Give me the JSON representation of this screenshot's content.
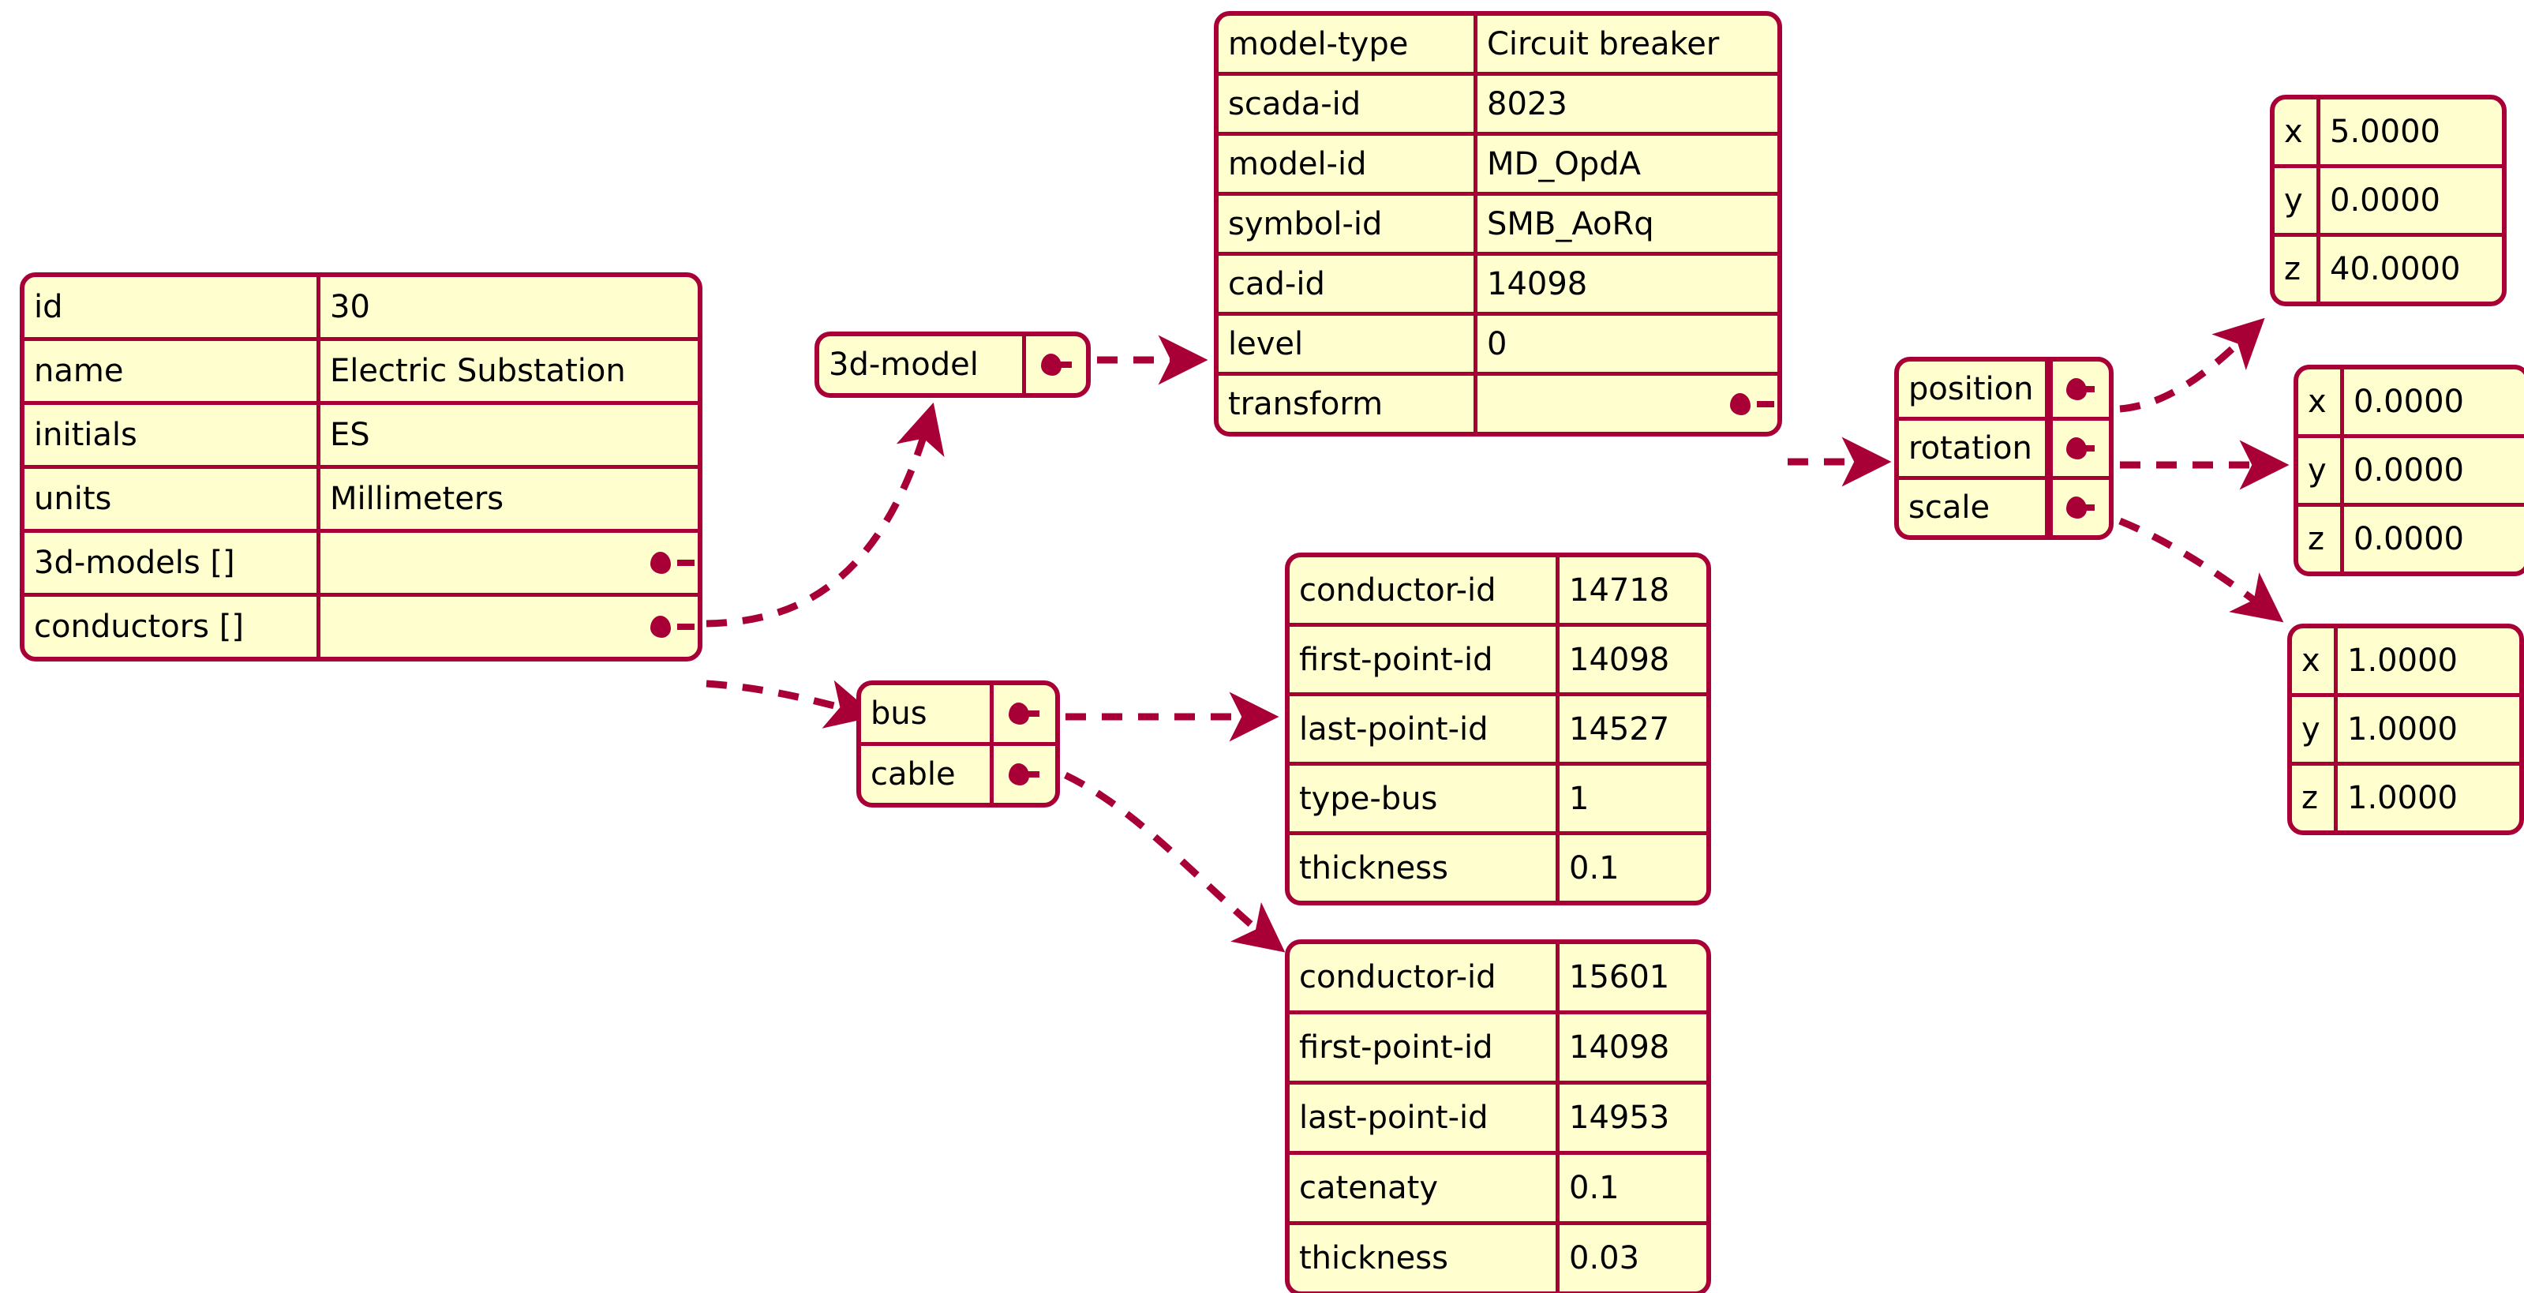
{
  "diagram": {
    "type": "json-object-diagram",
    "colors": {
      "node_fill": "#FEFECE",
      "node_border": "#A80036",
      "link": "#A80036",
      "text": "#000000",
      "background": "#FFFFFF"
    }
  },
  "nodes": {
    "substation": {
      "name": "substation-object",
      "rows": [
        {
          "key": "id",
          "value": "30",
          "anchor": false
        },
        {
          "key": "name",
          "value": "Electric Substation",
          "anchor": false
        },
        {
          "key": "initials",
          "value": "ES",
          "anchor": false
        },
        {
          "key": "units",
          "value": "Millimeters",
          "anchor": false
        },
        {
          "key": "3d-models []",
          "value": "",
          "anchor": true
        },
        {
          "key": "conductors []",
          "value": "",
          "anchor": true
        }
      ]
    },
    "three_d_model": {
      "name": "3d-model-array-node",
      "rows": [
        {
          "key": "3d-model",
          "value": "",
          "anchor": true
        }
      ]
    },
    "breaker": {
      "name": "circuit-breaker-object",
      "rows": [
        {
          "key": "model-type",
          "value": "Circuit breaker",
          "anchor": false
        },
        {
          "key": "scada-id",
          "value": "8023",
          "anchor": false
        },
        {
          "key": "model-id",
          "value": "MD_OpdA",
          "anchor": false
        },
        {
          "key": "symbol-id",
          "value": "SMB_AoRq",
          "anchor": false
        },
        {
          "key": "cad-id",
          "value": "14098",
          "anchor": false
        },
        {
          "key": "level",
          "value": "0",
          "anchor": false
        },
        {
          "key": "transform",
          "value": "",
          "anchor": true
        }
      ]
    },
    "bus_cable": {
      "name": "conductors-array-node",
      "rows": [
        {
          "key": "bus",
          "value": "",
          "anchor": true
        },
        {
          "key": "cable",
          "value": "",
          "anchor": true
        }
      ]
    },
    "bus_table": {
      "name": "bus-conductor-object",
      "rows": [
        {
          "key": "conductor-id",
          "value": "14718",
          "anchor": false
        },
        {
          "key": "first-point-id",
          "value": "14098",
          "anchor": false
        },
        {
          "key": "last-point-id",
          "value": "14527",
          "anchor": false
        },
        {
          "key": "type-bus",
          "value": "1",
          "anchor": false
        },
        {
          "key": "thickness",
          "value": "0.1",
          "anchor": false
        }
      ]
    },
    "cable_table": {
      "name": "cable-conductor-object",
      "rows": [
        {
          "key": "conductor-id",
          "value": "15601",
          "anchor": false
        },
        {
          "key": "first-point-id",
          "value": "14098",
          "anchor": false
        },
        {
          "key": "last-point-id",
          "value": "14953",
          "anchor": false
        },
        {
          "key": "catenaty",
          "value": "0.1",
          "anchor": false
        },
        {
          "key": "thickness",
          "value": "0.03",
          "anchor": false
        }
      ]
    },
    "transform": {
      "name": "transform-object",
      "rows": [
        {
          "key": "position",
          "value": "",
          "anchor": true
        },
        {
          "key": "rotation",
          "value": "",
          "anchor": true
        },
        {
          "key": "scale",
          "value": "",
          "anchor": true
        }
      ]
    },
    "position_vec": {
      "name": "position-vector-object",
      "rows": [
        {
          "key": "x",
          "value": "5.0000",
          "anchor": false
        },
        {
          "key": "y",
          "value": "0.0000",
          "anchor": false
        },
        {
          "key": "z",
          "value": "40.0000",
          "anchor": false
        }
      ]
    },
    "rotation_vec": {
      "name": "rotation-vector-object",
      "rows": [
        {
          "key": "x",
          "value": "0.0000",
          "anchor": false
        },
        {
          "key": "y",
          "value": "0.0000",
          "anchor": false
        },
        {
          "key": "z",
          "value": "0.0000",
          "anchor": false
        }
      ]
    },
    "scale_vec": {
      "name": "scale-vector-object",
      "rows": [
        {
          "key": "x",
          "value": "1.0000",
          "anchor": false
        },
        {
          "key": "y",
          "value": "1.0000",
          "anchor": false
        },
        {
          "key": "z",
          "value": "1.0000",
          "anchor": false
        }
      ]
    }
  },
  "links": [
    {
      "from": "substation.3d-models []",
      "to": "3d-model",
      "style": "dashed-arrow"
    },
    {
      "from": "3d-model",
      "to": "breaker",
      "style": "dashed-arrow"
    },
    {
      "from": "substation.conductors []",
      "to": "bus-cable",
      "style": "dashed-arrow"
    },
    {
      "from": "bus-cable.bus",
      "to": "bus-table",
      "style": "dashed-arrow"
    },
    {
      "from": "bus-cable.cable",
      "to": "cable-table",
      "style": "dashed-arrow"
    },
    {
      "from": "breaker.transform",
      "to": "transform",
      "style": "dashed-arrow"
    },
    {
      "from": "transform.position",
      "to": "position-vec",
      "style": "dashed-arrow"
    },
    {
      "from": "transform.rotation",
      "to": "rotation-vec",
      "style": "dashed-arrow"
    },
    {
      "from": "transform.scale",
      "to": "scale-vec",
      "style": "dashed-arrow"
    }
  ]
}
